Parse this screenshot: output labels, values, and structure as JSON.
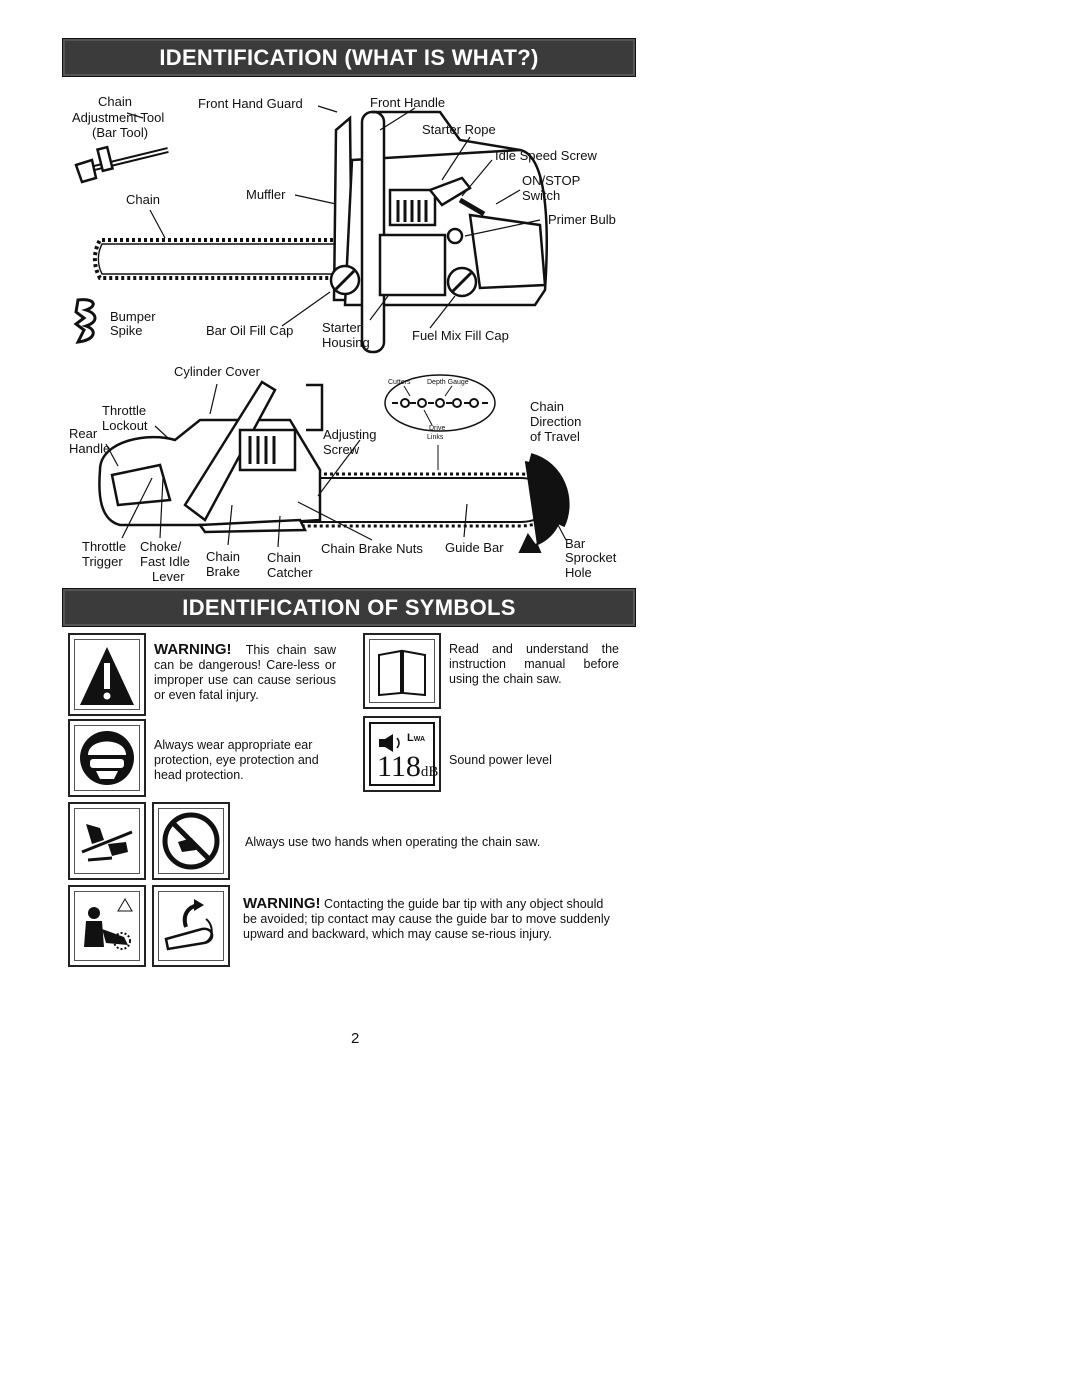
{
  "headers": {
    "identification": "IDENTIFICATION  (WHAT IS WHAT?)",
    "symbols": "IDENTIFICATION OF SYMBOLS"
  },
  "diagram_top": {
    "chain_adjustment_tool": [
      "Chain",
      "Adjustment Tool",
      "(Bar Tool)"
    ],
    "front_hand_guard": "Front Hand Guard",
    "front_handle": "Front Handle",
    "starter_rope": "Starter Rope",
    "idle_speed_screw": "Idle Speed Screw",
    "on_stop_switch": [
      "ON/STOP",
      "Switch"
    ],
    "chain": "Chain",
    "muffler": "Muffler",
    "primer_bulb": "Primer Bulb",
    "bumper_spike": [
      "Bumper",
      "Spike"
    ],
    "bar_oil_fill_cap": "Bar Oil Fill Cap",
    "starter_housing": [
      "Starter",
      "Housing"
    ],
    "fuel_mix_fill_cap": "Fuel Mix Fill Cap"
  },
  "diagram_bottom": {
    "cylinder_cover": "Cylinder Cover",
    "cutters": "Cutters",
    "depth_gauge": "Depth Gauge",
    "drive_links": [
      "Drive",
      "Links"
    ],
    "chain_direction": [
      "Chain",
      "Direction",
      "of Travel"
    ],
    "throttle_lockout": [
      "Throttle",
      "Lockout"
    ],
    "rear_handle": [
      "Rear",
      "Handle"
    ],
    "adjusting_screw": [
      "Adjusting",
      "Screw"
    ],
    "throttle_trigger": [
      "Throttle",
      "Trigger"
    ],
    "choke_fast_idle_lever": [
      "Choke/",
      "Fast Idle",
      "Lever"
    ],
    "chain_brake": [
      "Chain",
      "Brake"
    ],
    "chain_catcher": [
      "Chain",
      "Catcher"
    ],
    "chain_brake_nuts": "Chain Brake Nuts",
    "guide_bar": "Guide Bar",
    "bar_sprocket_hole": [
      "Bar",
      "Sprocket",
      "Hole"
    ]
  },
  "symbols": {
    "warning_word": "WARNING!",
    "warning1_rest": "This chain saw can be dangerous! Care-less or improper use can cause serious or even fatal injury.",
    "read_manual": "Read and understand the instruction manual before using the chain saw.",
    "ppe": "Always wear appropriate ear protection, eye protection and head protection.",
    "sound_value": "118",
    "sound_unit": "dB",
    "sound_lwa": "L",
    "sound_lwa_sub": "WA",
    "sound_power": "Sound power level",
    "two_hands": "Always use two hands when operating the chain saw.",
    "warning2_rest": "Contacting the guide bar tip with any object should be avoided; tip contact may cause the guide bar to move suddenly upward and backward, which may cause se-rious injury."
  },
  "page_number": "2"
}
